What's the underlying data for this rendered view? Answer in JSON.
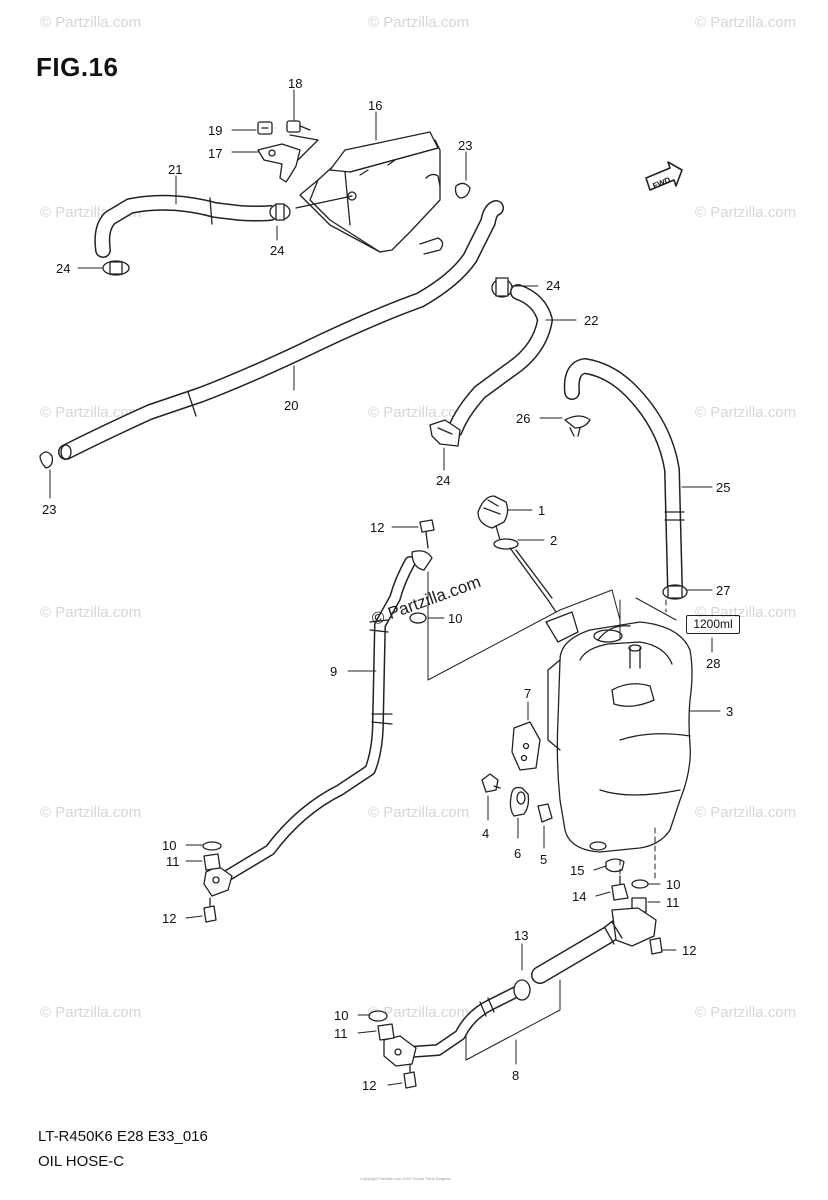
{
  "figure": {
    "title": "FIG.16",
    "model_code": "LT-R450K6 E28 E33_016",
    "section_name": "OIL HOSE-C",
    "capacity_label": "1200ml",
    "footer_fine_print": "Copyright Partzilla.com 2024 Suzuki Parts Diagram",
    "fwd_label": "FWD"
  },
  "watermark": {
    "text": "© Partzilla.com",
    "logo_text": "© Partzilla.com"
  },
  "callouts": [
    {
      "id": "c18",
      "label": "18"
    },
    {
      "id": "c16",
      "label": "16"
    },
    {
      "id": "c19",
      "label": "19"
    },
    {
      "id": "c17",
      "label": "17"
    },
    {
      "id": "c23a",
      "label": "23"
    },
    {
      "id": "c21",
      "label": "21"
    },
    {
      "id": "c24a",
      "label": "24"
    },
    {
      "id": "c24b",
      "label": "24"
    },
    {
      "id": "c24c",
      "label": "24"
    },
    {
      "id": "c22",
      "label": "22"
    },
    {
      "id": "c20",
      "label": "20"
    },
    {
      "id": "c23b",
      "label": "23"
    },
    {
      "id": "c26",
      "label": "26"
    },
    {
      "id": "c24d",
      "label": "24"
    },
    {
      "id": "c25",
      "label": "25"
    },
    {
      "id": "c1",
      "label": "1"
    },
    {
      "id": "c2",
      "label": "2"
    },
    {
      "id": "c12a",
      "label": "12"
    },
    {
      "id": "c10a",
      "label": "10"
    },
    {
      "id": "c27",
      "label": "27"
    },
    {
      "id": "c28",
      "label": "28"
    },
    {
      "id": "c9",
      "label": "9"
    },
    {
      "id": "c7",
      "label": "7"
    },
    {
      "id": "c3",
      "label": "3"
    },
    {
      "id": "c4",
      "label": "4"
    },
    {
      "id": "c6",
      "label": "6"
    },
    {
      "id": "c5",
      "label": "5"
    },
    {
      "id": "c10b",
      "label": "10"
    },
    {
      "id": "c11a",
      "label": "11"
    },
    {
      "id": "c15",
      "label": "15"
    },
    {
      "id": "c10c",
      "label": "10"
    },
    {
      "id": "c14",
      "label": "14"
    },
    {
      "id": "c11b",
      "label": "11"
    },
    {
      "id": "c12b",
      "label": "12"
    },
    {
      "id": "c13",
      "label": "13"
    },
    {
      "id": "c12c",
      "label": "12"
    },
    {
      "id": "c10d",
      "label": "10"
    },
    {
      "id": "c11c",
      "label": "11"
    },
    {
      "id": "c8",
      "label": "8"
    },
    {
      "id": "c12d",
      "label": "12"
    }
  ]
}
